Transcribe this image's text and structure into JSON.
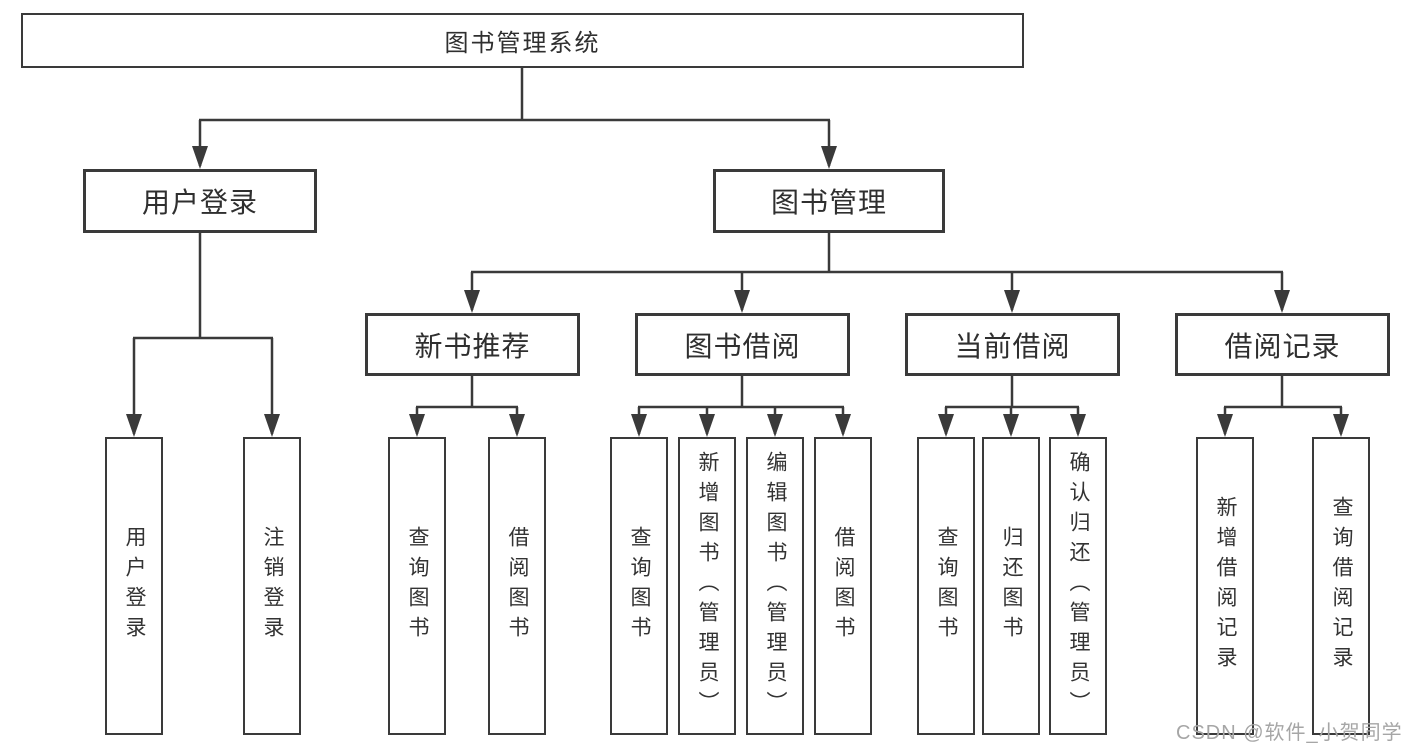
{
  "nodes": {
    "root": {
      "label": "图书管理系统"
    },
    "level2": [
      {
        "label": "用户登录"
      },
      {
        "label": "图书管理"
      }
    ],
    "level3": [
      {
        "label": "新书推荐"
      },
      {
        "label": "图书借阅"
      },
      {
        "label": "当前借阅"
      },
      {
        "label": "借阅记录"
      }
    ],
    "leaves": {
      "user_login": [
        {
          "label": "用户登录"
        },
        {
          "label": "注销登录"
        }
      ],
      "new_book_recommend": [
        {
          "label": "查询图书"
        },
        {
          "label": "借阅图书"
        }
      ],
      "book_borrowing": [
        {
          "label": "查询图书"
        },
        {
          "label": "新增图书（管理员）"
        },
        {
          "label": "编辑图书（管理员）"
        },
        {
          "label": "借阅图书"
        }
      ],
      "current_borrowing": [
        {
          "label": "查询图书"
        },
        {
          "label": "归还图书"
        },
        {
          "label": "确认归还（管理员）"
        }
      ],
      "borrowing_records": [
        {
          "label": "新增借阅记录"
        },
        {
          "label": "查询借阅记录"
        }
      ]
    }
  },
  "watermark": {
    "text": "CSDN @软件_小贺同学"
  },
  "colors": {
    "line": "#3a3a3a",
    "box_border": "#3a3a3a",
    "text": "#2f2f2f",
    "watermark": "#a6a6a6",
    "background": "#ffffff"
  }
}
